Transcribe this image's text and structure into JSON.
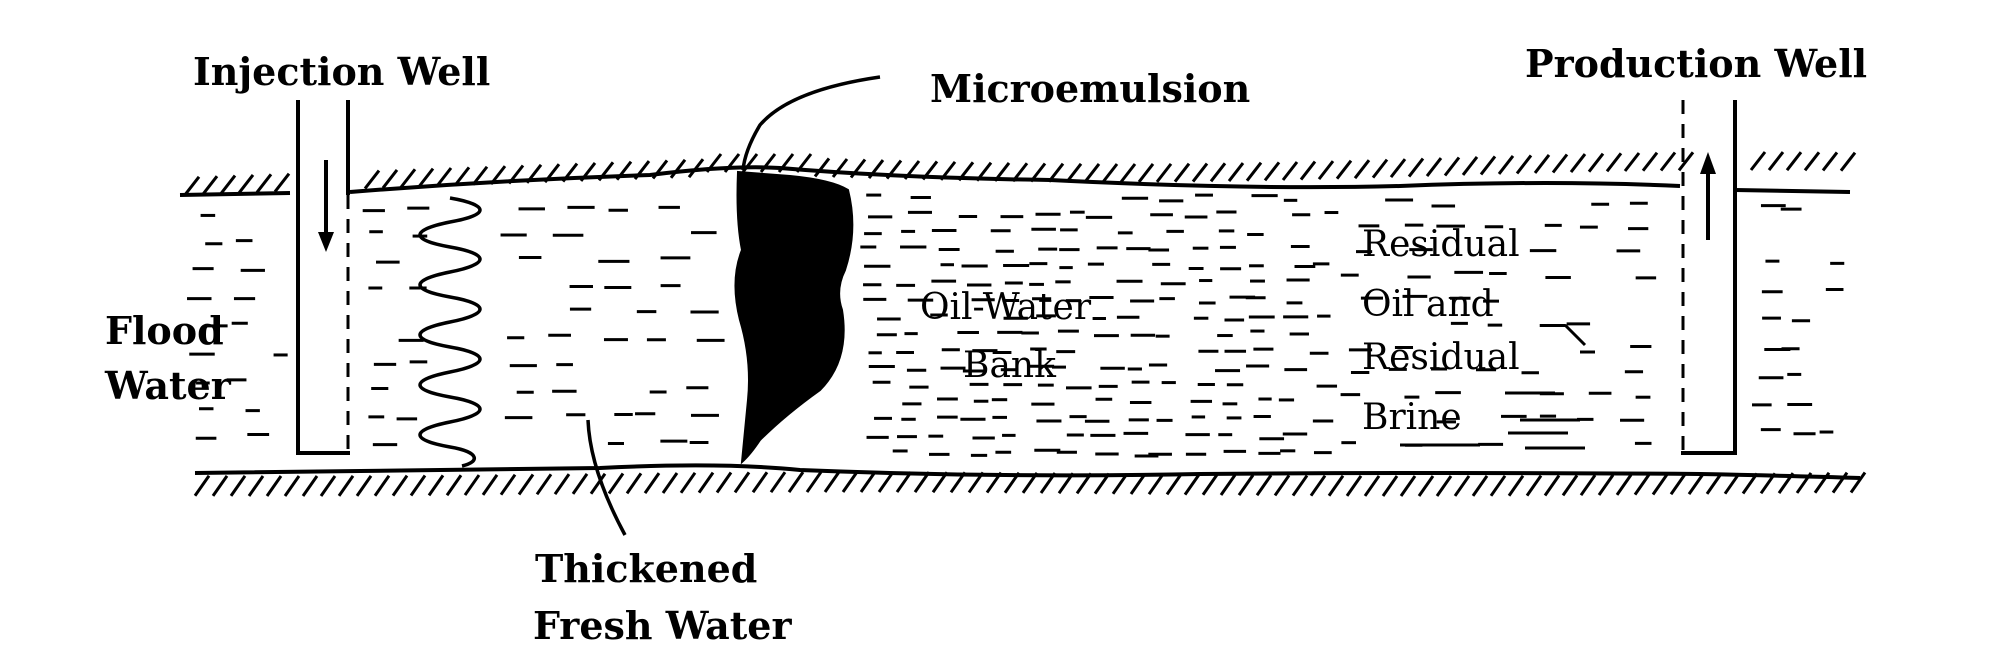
{
  "labels": {
    "injection_well": "Injection Well",
    "production_well": "Production Well",
    "microemulsion": "Microemulsion",
    "flood_water_line1": "Flood",
    "flood_water_line2": "Water",
    "thickened_line1": "Thickened",
    "thickened_line2": "Fresh Water",
    "oil_water_line1": "Oil-Water",
    "oil_water_line2": "Bank",
    "residual_line1": "Residual",
    "residual_line2": "Oil and",
    "residual_line3": "Residual",
    "residual_line4": "Brine"
  },
  "colors": {
    "ink": "#000000",
    "background": "#ffffff"
  }
}
